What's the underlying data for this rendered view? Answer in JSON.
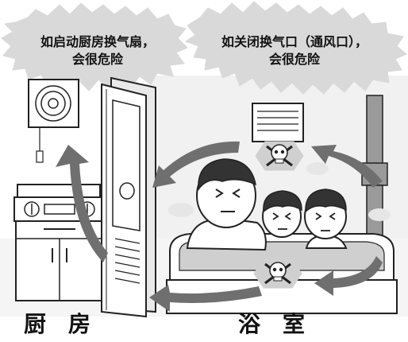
{
  "callouts": {
    "kitchen_fan": {
      "line1": "如启动厨房换气扇，",
      "line2": "会很危险"
    },
    "bath_vent": {
      "line1": "如关闭换气口（通风口），",
      "line2": "会很危险"
    }
  },
  "labels": {
    "kitchen": "厨　房",
    "bathroom": "浴　室"
  },
  "colors": {
    "arrow": "#6f6f6f",
    "bubble": "#d9d9d9",
    "floor": "#eeeeee",
    "outline": "#222222",
    "water": "#cfcfcf"
  },
  "icons": {
    "fan": "ventilation-fan-icon",
    "stove": "gas-stove-icon",
    "vent": "wall-vent-icon",
    "hazard": "skull-crossbones-icon"
  }
}
